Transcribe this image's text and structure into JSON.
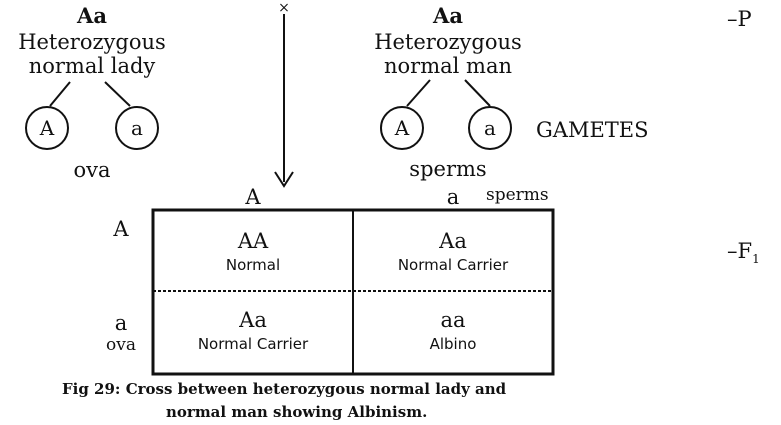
{
  "parents": {
    "female": {
      "genotype": "Aa",
      "line1": "Heterozygous",
      "line2": "normal lady",
      "gamete_a": "A",
      "gamete_b": "a",
      "gamete_label": "ova"
    },
    "male": {
      "genotype": "Aa",
      "line1": "Heterozygous",
      "line2": "normal man",
      "gamete_a": "A",
      "gamete_b": "a",
      "gamete_label": "sperms"
    },
    "cross_symbol": "×",
    "gametes_label": "GAMETES"
  },
  "generation_labels": {
    "p": "–P",
    "f1": "–F",
    "f1_sub": "1"
  },
  "punnett": {
    "col_headers": [
      "A",
      "a"
    ],
    "col_caption": "sperms",
    "row_headers": [
      "A",
      "a"
    ],
    "row_caption": "ova",
    "cells": [
      [
        {
          "genotype": "AA",
          "phenotype": "Normal"
        },
        {
          "genotype": "Aa",
          "phenotype": "Normal Carrier"
        }
      ],
      [
        {
          "genotype": "Aa",
          "phenotype": "Normal Carrier"
        },
        {
          "genotype": "aa",
          "phenotype": "Albino"
        }
      ]
    ]
  },
  "caption": {
    "line1": "Fig 29: Cross between heterozygous normal lady and",
    "line2": "normal man showing Albinism."
  }
}
